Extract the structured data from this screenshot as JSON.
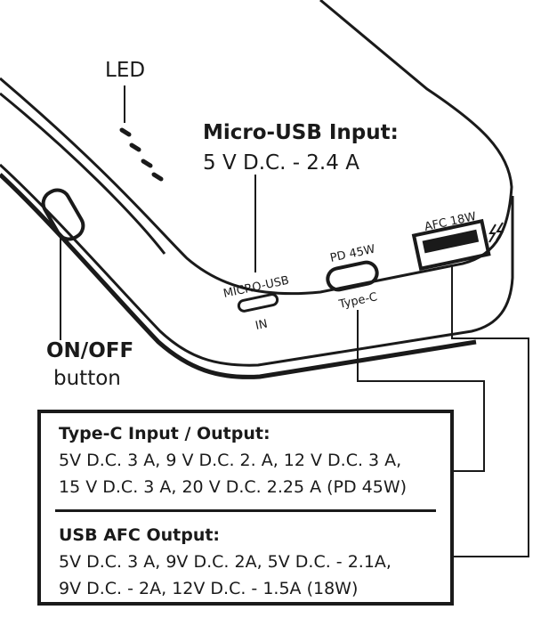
{
  "labels": {
    "led": "LED",
    "micro_usb_title": "Micro-USB Input:",
    "micro_usb_spec": "5 V D.C. - 2.4 A",
    "on_off_title": "ON/OFF",
    "on_off_sub": "button"
  },
  "port_labels": {
    "micro_usb": "MICRO-USB",
    "micro_usb_in": "IN",
    "pd": "PD 45W",
    "type_c": "Type-C",
    "afc": "AFC 18W"
  },
  "spec_box": {
    "type_c_title": "Type-C Input / Output:",
    "type_c_line1": "5V D.C. 3 A, 9 V D.C. 2. A, 12 V D.C. 3 A,",
    "type_c_line2": "15 V D.C. 3 A, 20 V D.C. 2.25 A (PD 45W)",
    "usb_afc_title": "USB AFC Output:",
    "usb_afc_line1": "5V D.C. 3 A, 9V D.C. 2A, 5V D.C. - 2.1A,",
    "usb_afc_line2": "9V D.C. - 2A, 12V D.C. - 1.5A (18W)"
  },
  "icons": [
    "lightning-icon"
  ],
  "colors": {
    "ink": "#1a1a1a",
    "background": "#ffffff"
  }
}
